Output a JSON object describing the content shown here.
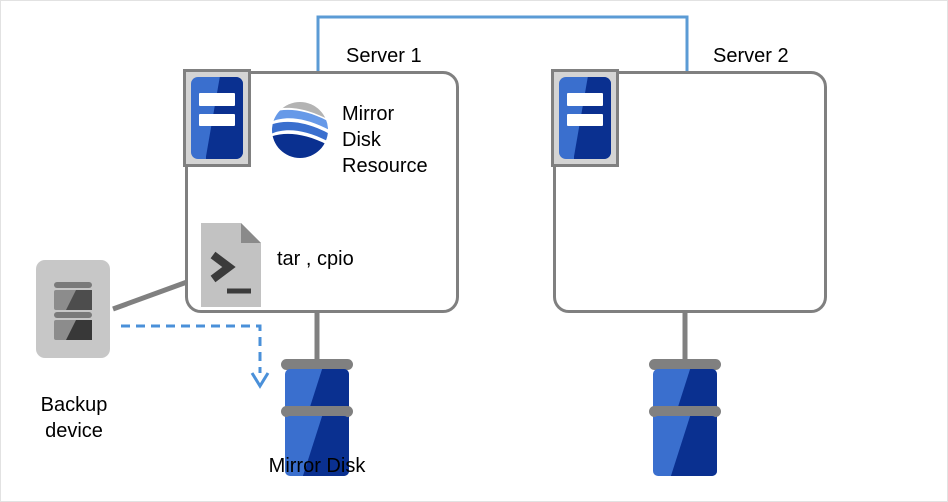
{
  "diagram": {
    "title_hidden": "",
    "nodes": {
      "server1": {
        "label": "Server 1",
        "icon": "server-rack-icon",
        "resources": [
          {
            "label": "Mirror\nDisk\nResource",
            "icon": "globe-icon"
          },
          {
            "label": "tar , cpio",
            "icon": "terminal-script-icon"
          }
        ]
      },
      "server2": {
        "label": "Server 2",
        "icon": "server-rack-icon",
        "resources": []
      },
      "backup_device": {
        "label_line1": "Backup",
        "label_line2": "device",
        "icon": "backup-device-icon"
      },
      "mirror_disk_1": {
        "label": "Mirror Disk",
        "icon": "disk-stack-icon"
      },
      "mirror_disk_2": {
        "label": "",
        "icon": "disk-stack-icon"
      }
    },
    "connectors": [
      {
        "name": "interconnect",
        "style": "solid",
        "color": "#5b9bd5",
        "from": "server1",
        "to": "server2"
      },
      {
        "name": "backup-link",
        "style": "solid",
        "color": "#808080",
        "from": "backup_device",
        "to": "server1"
      },
      {
        "name": "backup-flow",
        "style": "dashed",
        "color": "#4a90d9",
        "from": "backup_device",
        "to": "mirror_disk_1"
      },
      {
        "name": "server1-disk-link",
        "style": "solid",
        "color": "#808080",
        "from": "server1",
        "to": "mirror_disk_1"
      },
      {
        "name": "server2-disk-link",
        "style": "solid",
        "color": "#808080",
        "from": "server2",
        "to": "mirror_disk_2"
      }
    ]
  },
  "colors": {
    "accent_blue": "#5b9bd5",
    "flow_blue": "#4a90d9",
    "gray_line": "#808080",
    "disk_light": "#3a6fce",
    "disk_dark": "#0a3090",
    "device_gray": "#c7c7c7"
  }
}
